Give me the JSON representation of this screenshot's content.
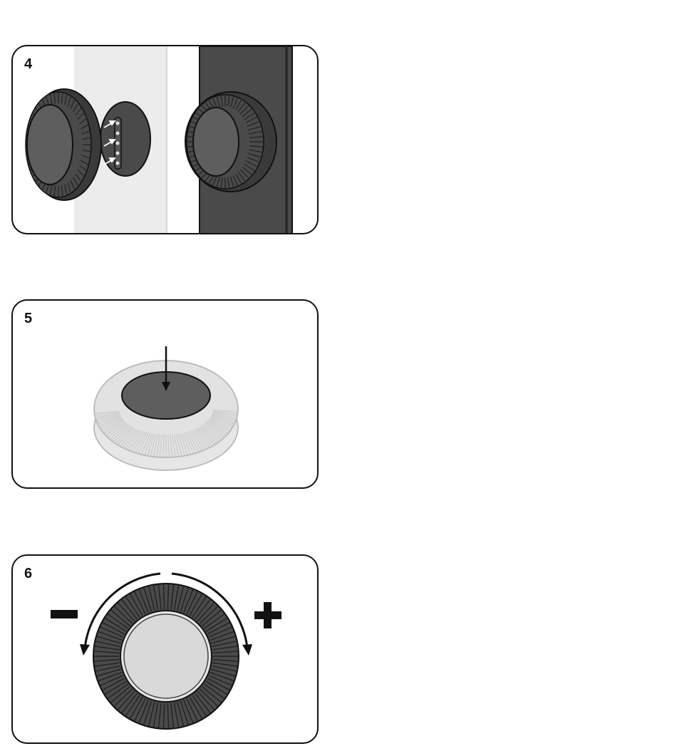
{
  "steps": [
    {
      "number": "4",
      "illustration": "knob-mount-on-door-icon"
    },
    {
      "number": "5",
      "illustration": "press-knob-center-icon"
    },
    {
      "number": "6",
      "illustration": "rotate-knob-adjust-icon"
    }
  ],
  "adjust": {
    "minus": "−",
    "plus": "+"
  },
  "colors": {
    "outline": "#111111",
    "dark_fill": "#4a4a4a",
    "knob_dark": "#3a3a3a",
    "light_fill": "#e6e6e6",
    "light_panel": "#ececec"
  }
}
